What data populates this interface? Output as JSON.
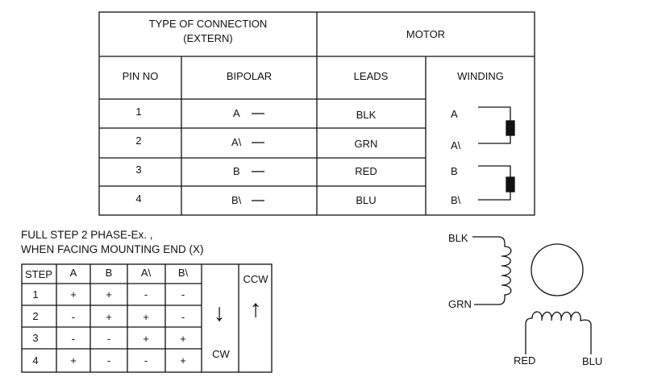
{
  "connection_table": {
    "header_connection_line1": "TYPE OF CONNECTION",
    "header_connection_line2": "(EXTERN)",
    "header_motor": "MOTOR",
    "col_pin": "PIN NO",
    "col_bipolar": "BIPOLAR",
    "col_leads": "LEADS",
    "col_winding": "WINDING",
    "rows": [
      {
        "pin": "1",
        "bipolar": "A",
        "lead": "BLK",
        "winding": "A"
      },
      {
        "pin": "2",
        "bipolar": "A\\",
        "lead": "GRN",
        "winding": "A\\"
      },
      {
        "pin": "3",
        "bipolar": "B",
        "lead": "RED",
        "winding": "B"
      },
      {
        "pin": "4",
        "bipolar": "B\\",
        "lead": "BLU",
        "winding": "B\\"
      }
    ]
  },
  "step_table": {
    "title_line1": "FULL STEP  2 PHASE-Ex. ,",
    "title_line2": "WHEN FACING MOUNTING END (X)",
    "headers": [
      "STEP",
      "A",
      "B",
      "A\\",
      "B\\"
    ],
    "rows": [
      [
        "1",
        "+",
        "+",
        "-",
        "-"
      ],
      [
        "2",
        "-",
        "+",
        "+",
        "-"
      ],
      [
        "3",
        "-",
        "-",
        "+",
        "+"
      ],
      [
        "4",
        "+",
        "-",
        "-",
        "+"
      ]
    ],
    "cw_label": "CW",
    "ccw_label": "CCW",
    "cw_arrow": "↓",
    "ccw_arrow": "↑"
  },
  "motor_schematic": {
    "blk_label": "BLK",
    "grn_label": "GRN",
    "red_label": "RED",
    "blu_label": "BLU"
  }
}
